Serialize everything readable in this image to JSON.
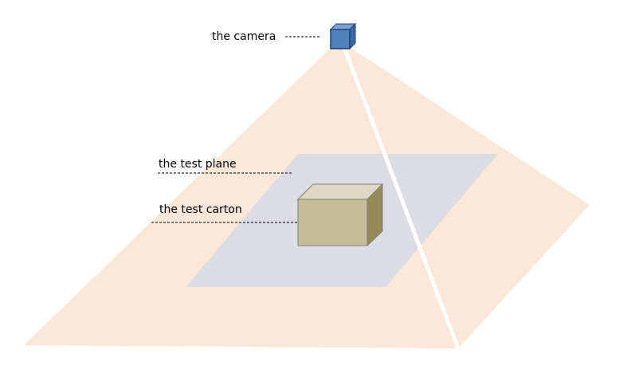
{
  "labels": {
    "camera": "the camera",
    "test_plane": "the test plane",
    "test_carton": "the test carton"
  },
  "colors": {
    "field_of_view": "#fde7d8",
    "test_plane": "#dcdde3",
    "optical_axis": "#ffffff",
    "camera_front": "#4f81bd",
    "camera_top": "#7aa1d3",
    "camera_side": "#3a6aa6",
    "camera_border": "#1f3f6f",
    "carton_front": "#c4bd97",
    "carton_top": "#ddd9c3",
    "carton_side": "#948a54",
    "carton_border": "#7f7f7f",
    "leader_line": "#000000"
  }
}
